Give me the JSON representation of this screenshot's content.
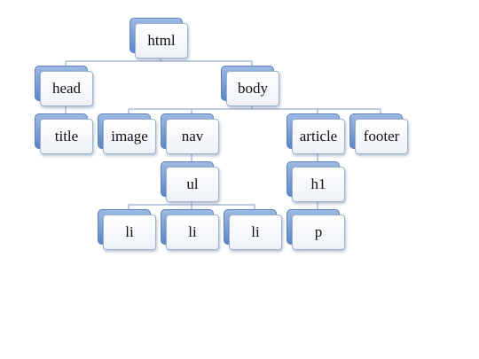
{
  "tree": {
    "label": "html",
    "children": [
      {
        "label": "head",
        "children": [
          {
            "label": "title"
          }
        ]
      },
      {
        "label": "body",
        "children": [
          {
            "label": "image"
          },
          {
            "label": "nav",
            "children": [
              {
                "label": "ul",
                "children": [
                  {
                    "label": "li"
                  },
                  {
                    "label": "li"
                  },
                  {
                    "label": "li"
                  }
                ]
              }
            ]
          },
          {
            "label": "article",
            "children": [
              {
                "label": "h1",
                "children": [
                  {
                    "label": "p"
                  }
                ]
              }
            ]
          },
          {
            "label": "footer"
          }
        ]
      }
    ]
  },
  "colors": {
    "connector": "#7f9bc4",
    "box_dark": "#5b86c9",
    "box_light": "#9db9e3"
  }
}
